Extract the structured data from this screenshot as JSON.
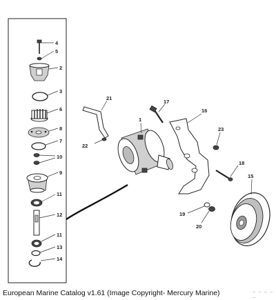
{
  "callouts": {
    "n1": "1",
    "n2": "2",
    "n3": "3",
    "n4": "4",
    "n5": "5",
    "n6": "6",
    "n7": "7",
    "n8": "8",
    "n9": "9",
    "n10": "10",
    "n11a": "11",
    "n11b": "11",
    "n12": "12",
    "n13": "13",
    "n14": "14",
    "n15": "15",
    "n16": "16",
    "n17": "17",
    "n18": "18",
    "n19": "19",
    "n20": "20",
    "n21": "21",
    "n22": "22",
    "n23": "23"
  },
  "caption": "European Marine Catalog v1.61 (Image Copyright- Mercury Marine)",
  "corner_mark": "_ _ _ _ _"
}
